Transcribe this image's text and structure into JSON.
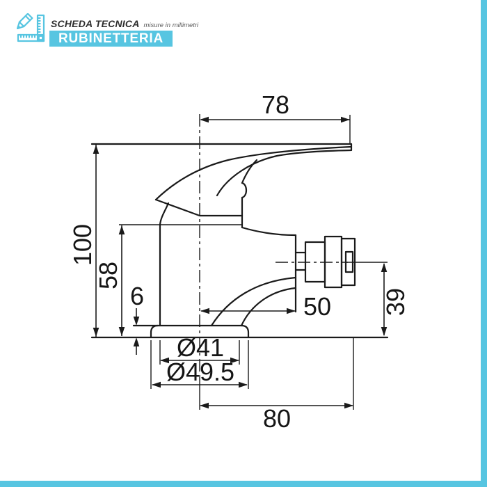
{
  "header": {
    "title": "SCHEDA TECNICA",
    "subtitle": "misure in millimetri",
    "banner": "RUBINETTERIA"
  },
  "colors": {
    "accent": "#57C5E1",
    "line": "#1a1a1a"
  },
  "drawing": {
    "type": "faucet technical drawing (bidet single-lever mixer, side view)",
    "dimensions": {
      "handle_width": "78",
      "total_height": "100",
      "body_height": "58",
      "base_thickness": "6",
      "spout_projection": "50",
      "spout_center_height": "39",
      "body_diameter": "Ø41",
      "base_diameter": "Ø49.5",
      "overall_projection": "80"
    }
  }
}
